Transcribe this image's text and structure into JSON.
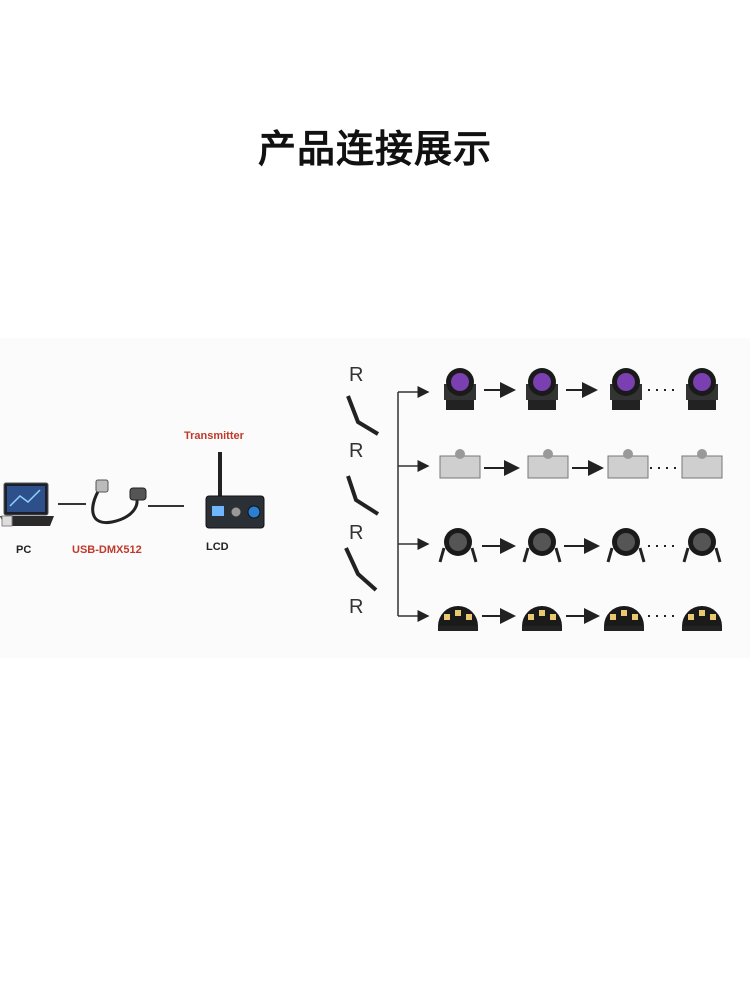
{
  "title": "产品连接展示",
  "diagram": {
    "pc_label": "PC",
    "usb_label": "USB-DMX512",
    "transmitter_label": "Transmitter",
    "lcd_label": "LCD",
    "receiver_label": "R",
    "dots": "· · · · ·",
    "colors": {
      "accent_red": "#c0392b",
      "line": "#333333"
    }
  }
}
